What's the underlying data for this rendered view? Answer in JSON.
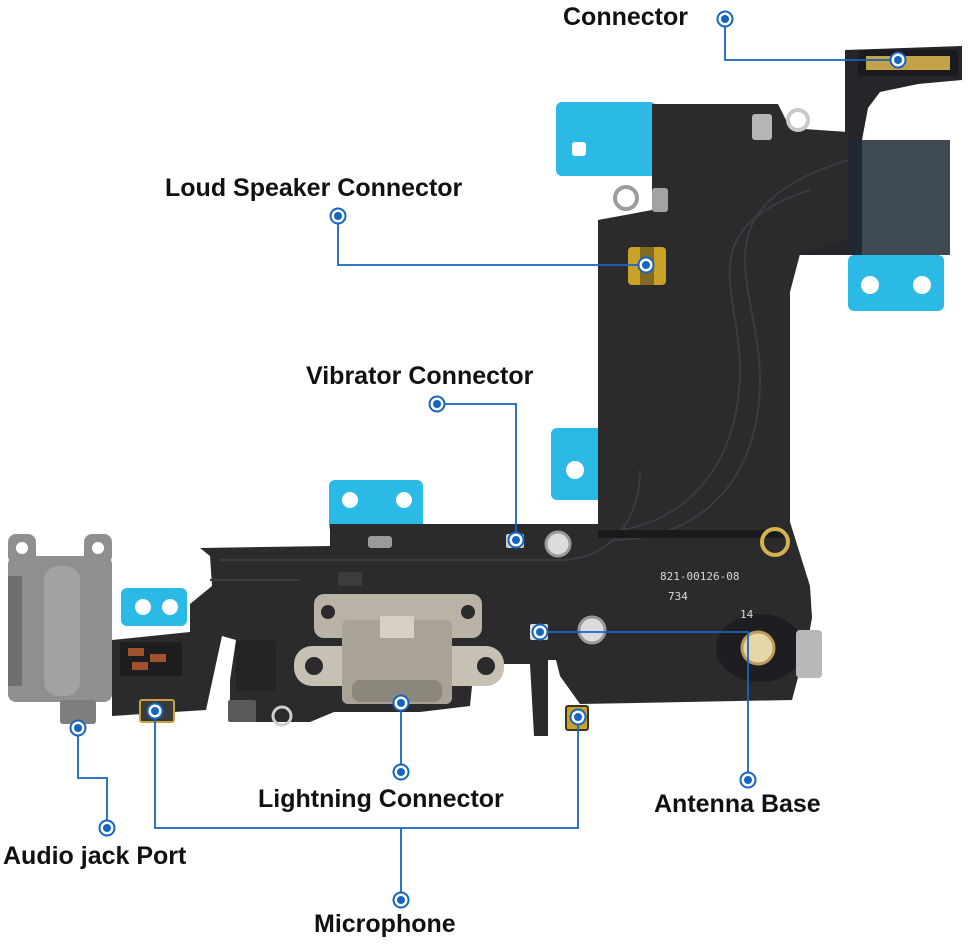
{
  "labels": {
    "connector": "Connector",
    "loud_speaker": "Loud Speaker Connector",
    "vibrator": "Vibrator Connector",
    "audio_jack": "Audio jack Port",
    "lightning": "Lightning Connector",
    "antenna": "Antenna Base",
    "microphone": "Microphone"
  },
  "board_markings": {
    "part_number": "821-00126-08",
    "code_a": "734",
    "code_b": "14"
  },
  "colors": {
    "callout": "#1565c0",
    "flex_cable": "#2b2b2e",
    "adhesive_tab": "#2bb9e6",
    "jack_housing": "#8f8f8f",
    "lightning_metal": "#b9b3a6",
    "gold_pad": "#c9a227"
  }
}
